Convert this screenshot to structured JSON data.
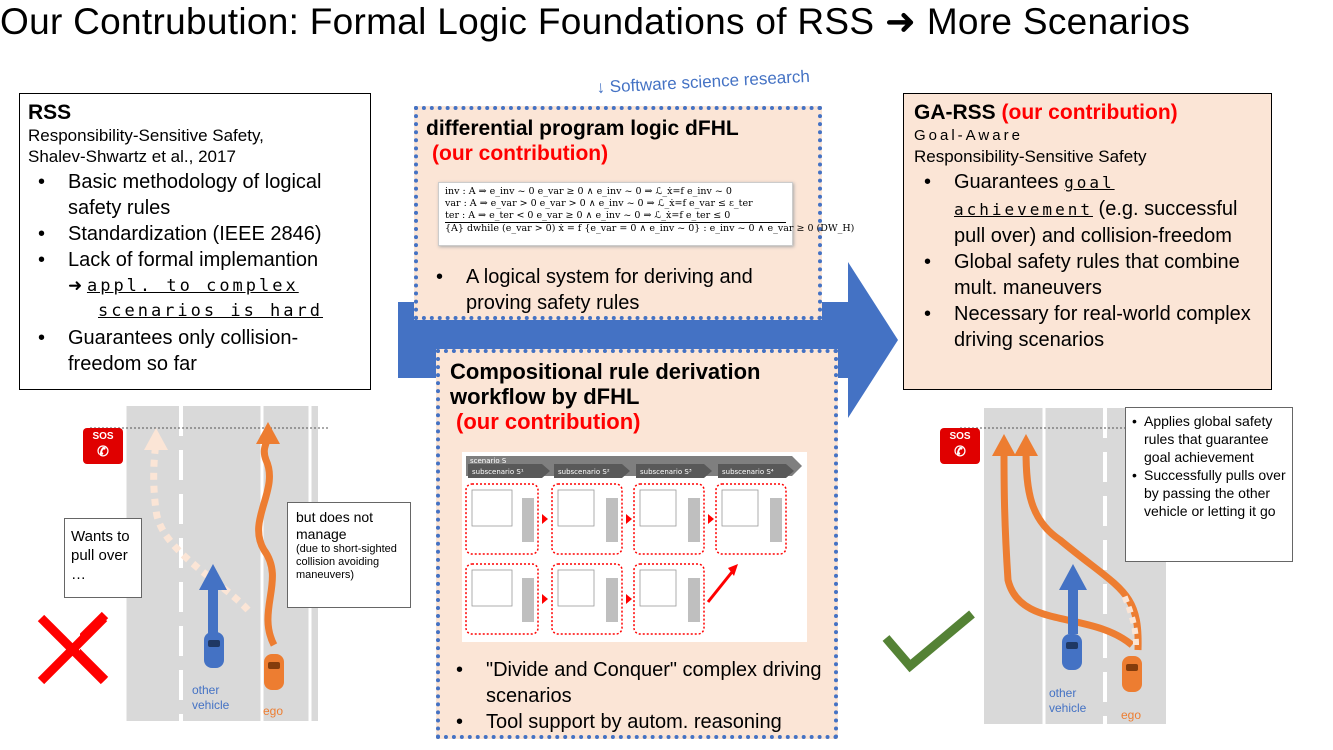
{
  "title": "Our Contrubution: Formal Logic Foundations of RSS ➜ More Scenarios",
  "research_note": "↓ Software science research",
  "rss": {
    "heading": "RSS",
    "subtitle_line1": "Responsibility-Sensitive Safety,",
    "subtitle_line2": "Shalev-Shwartz et al., 2017",
    "bullet1": "Basic methodology of logical safety rules",
    "bullet2": "Standardization (IEEE 2846)",
    "bullet3": "Lack of formal implemantion",
    "arrow_line1": "appl. to complex",
    "arrow_line2": "scenarios is hard",
    "bullet4": "Guarantees only collision-freedom so far"
  },
  "dfhl": {
    "heading": "differential program logic dFHL",
    "contribution": "(our contribution)",
    "formula_inv": "inv :   A ⇒ e_inv ~ 0     e_var ≥ 0 ∧ e_inv ~ 0 ⇒ ℒ_ẋ=f e_inv ~ 0",
    "formula_var": "var :   A ⇒ e_var > 0     e_var > 0 ∧ e_inv ~ 0 ⇒ ℒ_ẋ=f e_var ≤ ε_ter",
    "formula_ter": "ter :   A ⇒ e_ter < 0     e_var ≥ 0 ∧ e_inv ~ 0 ⇒ ℒ_ẋ=f e_ter ≤ 0",
    "formula_concl": "{A} dwhile (e_var > 0) ẋ = f {e_var = 0 ∧ e_inv ~ 0} : e_inv ~ 0 ∧ e_var ≥ 0",
    "formula_rule": "(DW_H)",
    "bullet1": "A logical system for deriving and proving safety rules"
  },
  "workflow": {
    "heading_line1": "Compositional rule derivation",
    "heading_line2": "workflow by dFHL",
    "contribution": "(our contribution)",
    "bullet1": "\"Divide and Conquer\" complex driving scenarios",
    "bullet2": "Tool support by autom. reasoning"
  },
  "garss": {
    "heading": "GA-RSS",
    "contribution": "(our contribution)",
    "subtitle_line1": "Goal-Aware",
    "subtitle_line2": "Responsibility-Sensitive Safety",
    "bullet1_pre": "Guarantees",
    "bullet1_em": "goal achievement",
    "bullet1_post": "(e.g. successful pull over) and collision-freedom",
    "bullet2": "Global safety rules that combine mult. maneuvers",
    "bullet3": "Necessary for real-world complex driving scenarios"
  },
  "left_scene": {
    "sos": "SOS",
    "wants": "Wants to pull over …",
    "manage_main": "but does not manage",
    "manage_detail": "(due to short-sighted collision avoiding maneuvers)",
    "other_vehicle": "other vehicle",
    "ego": "ego"
  },
  "right_scene": {
    "sos": "SOS",
    "callout_b1": "Applies global safety rules that guarantee goal achievement",
    "callout_b2": "Successfully pulls over by passing the other vehicle or letting it go",
    "other_vehicle": "other vehicle",
    "ego": "ego"
  },
  "diagram_labels": {
    "scenario": "scenario S",
    "sub1": "subscenario S¹",
    "sub2": "subscenario S²",
    "sub3": "subscenario S³",
    "sub4": "subscenario S⁴"
  },
  "colors": {
    "ego_orange": "#ed7d31",
    "other_blue": "#4472c4",
    "cross_red": "#ff0000",
    "check_green": "#548235",
    "peach": "#fbe5d6"
  }
}
